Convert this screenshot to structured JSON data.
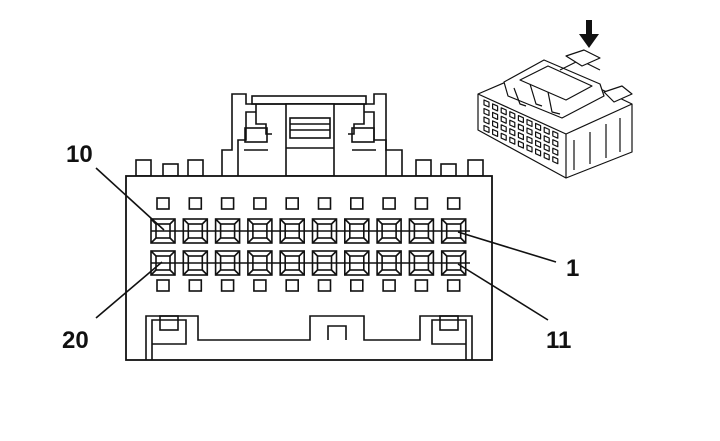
{
  "connector": {
    "labels": {
      "top_left": "10",
      "bottom_left": "20",
      "right_upper": "1",
      "right_lower": "11"
    },
    "pins_per_row": 10,
    "rows": 2
  },
  "colors": {
    "line": "#111111",
    "background": "#ffffff",
    "shade": "#999999"
  },
  "icons": {
    "insertion_arrow": "down-arrow-icon",
    "connector_view": "connector-3d-icon"
  }
}
